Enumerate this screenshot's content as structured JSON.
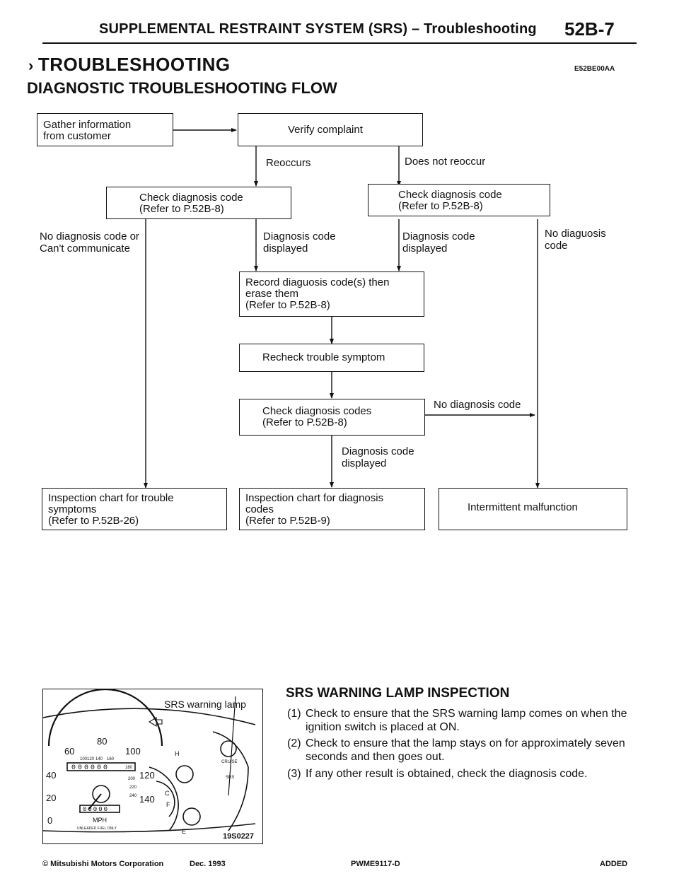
{
  "header": {
    "title": "SUPPLEMENTAL RESTRAINT SYSTEM (SRS) – Troubleshooting",
    "page": "52B-7"
  },
  "section": {
    "title": "TROUBLESHOOTING",
    "code": "E52BE00AA",
    "subtitle": "DIAGNOSTIC TROUBLESHOOTING FLOW"
  },
  "flow": {
    "gather": [
      "Gather information",
      "from customer"
    ],
    "verify": "Verify complaint",
    "reoccurs": "Reoccurs",
    "not_reoccur": "Does not reoccur",
    "check_left": [
      "Check diagnosis code",
      "(Refer to P.52B-8)"
    ],
    "check_right": [
      "Check diagnosis code",
      "(Refer to P.52B-8)"
    ],
    "no_code_or": [
      "No diagnosis code or",
      "Can't communicate"
    ],
    "code_displayed_left": [
      "Diagnosis code",
      "displayed"
    ],
    "code_displayed_right": [
      "Diagnosis code",
      "displayed"
    ],
    "no_diag_code": [
      "No diaguosis",
      "code"
    ],
    "record": [
      "Record diaguosis code(s) then",
      "erase them",
      "(Refer to P.52B-8)"
    ],
    "recheck": "Recheck trouble symptom",
    "check_codes": [
      "Check diagnosis codes",
      "(Refer to P.52B-8)"
    ],
    "no_code_label": "No diagnosis code",
    "code_displayed_bottom": [
      "Diagnosis code",
      "displayed"
    ],
    "insp_trouble": [
      "Inspection chart for trouble",
      "symptoms",
      "(Refer to P.52B-26)"
    ],
    "insp_diag": [
      "Inspection chart for diagnosis",
      "codes",
      "(Refer to P.52B-9)"
    ],
    "intermittent": "Intermittent malfunction"
  },
  "illustration": {
    "label": "SRS warning lamp",
    "code": "19S0227",
    "speedo_mph": [
      "60",
      "80",
      "100",
      "40",
      "120",
      "20",
      "140",
      "0"
    ],
    "speedo_kmh": [
      "100",
      "120",
      "140",
      "160",
      "180",
      "200",
      "220",
      "240"
    ],
    "odometer": "000000",
    "tripmeter": "00000",
    "mph_label": "MPH",
    "fuel_text": "UNLEADED FUEL ONLY",
    "temp_letters": [
      "H",
      "C"
    ],
    "fuel_letters": [
      "F",
      "E"
    ],
    "cruise": "CRUISE",
    "srs": "SRS"
  },
  "inspection": {
    "title": "SRS WARNING LAMP INSPECTION",
    "steps": [
      {
        "num": "(1)",
        "text": "Check to ensure that the SRS warning lamp comes on when the ignition switch is placed at ON."
      },
      {
        "num": "(2)",
        "text": "Check to ensure that the lamp stays on for approximately seven seconds and then goes out."
      },
      {
        "num": "(3)",
        "text": "If any other result is obtained, check the diagnosis code."
      }
    ]
  },
  "footer": {
    "copyright": "© Mitsubishi Motors Corporation",
    "date": "Dec. 1993",
    "doc": "PWME9117-D",
    "status": "ADDED"
  }
}
